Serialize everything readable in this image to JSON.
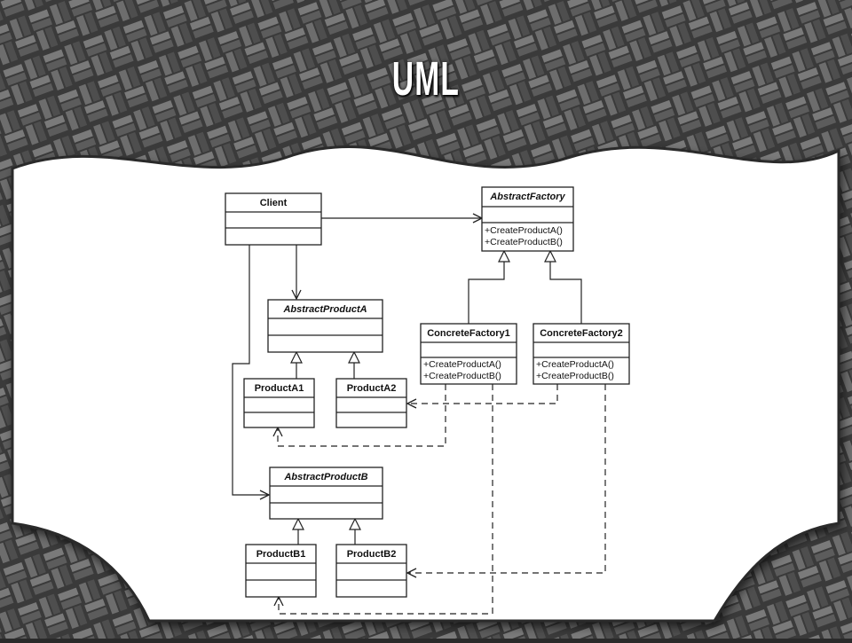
{
  "slide": {
    "title": "UML"
  },
  "diagram": {
    "classes": {
      "client": {
        "name": "Client",
        "methods": []
      },
      "abstract_factory": {
        "name": "AbstractFactory",
        "methods": [
          "+CreateProductA()",
          "+CreateProductB()"
        ]
      },
      "abstract_product_a": {
        "name": "AbstractProductA",
        "methods": []
      },
      "concrete_factory_1": {
        "name": "ConcreteFactory1",
        "methods": [
          "+CreateProductA()",
          "+CreateProductB()"
        ]
      },
      "concrete_factory_2": {
        "name": "ConcreteFactory2",
        "methods": [
          "+CreateProductA()",
          "+CreateProductB()"
        ]
      },
      "product_a1": {
        "name": "ProductA1",
        "methods": []
      },
      "product_a2": {
        "name": "ProductA2",
        "methods": []
      },
      "abstract_product_b": {
        "name": "AbstractProductB",
        "methods": []
      },
      "product_b1": {
        "name": "ProductB1",
        "methods": []
      },
      "product_b2": {
        "name": "ProductB2",
        "methods": []
      }
    }
  }
}
